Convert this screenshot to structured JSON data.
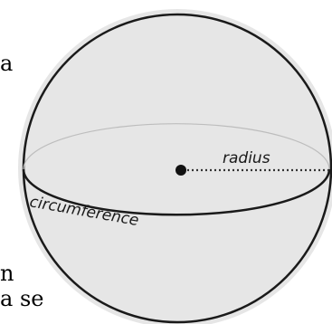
{
  "labels": {
    "radius": "radius",
    "circumference": "circumference"
  },
  "background_text": {
    "left_fragment_top": "a",
    "left_fragment_mid": "n",
    "left_fragment_bottom": "a se"
  },
  "colors": {
    "sphere_fill": "#e6e6e6",
    "sphere_stroke": "#1a1a1a",
    "radius_line": "#333333",
    "center_dot": "#111111"
  }
}
